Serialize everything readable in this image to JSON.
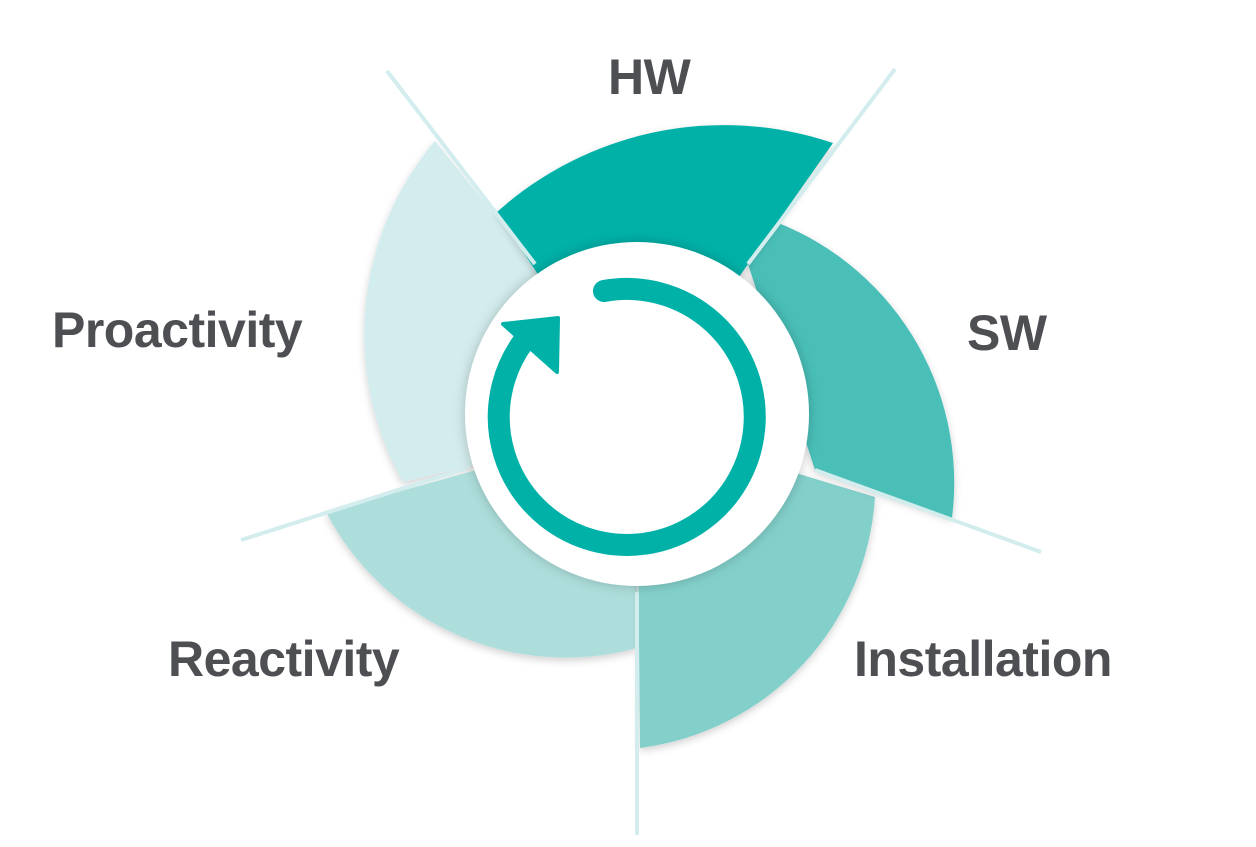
{
  "diagram": {
    "segments": [
      {
        "id": "hw",
        "label": "HW",
        "color": "#00b1a8"
      },
      {
        "id": "sw",
        "label": "SW",
        "color": "#49bfb8"
      },
      {
        "id": "installation",
        "label": "Installation",
        "color": "#83d0cb"
      },
      {
        "id": "reactivity",
        "label": "Reactivity",
        "color": "#addedb"
      },
      {
        "id": "proactivity",
        "label": "Proactivity",
        "color": "#d3eced"
      }
    ],
    "colors": {
      "label_text": "#4d4f53",
      "separator": "#d3eced",
      "cycle_arrow": "#00b1a8",
      "center": "#ffffff"
    },
    "center_icon": "cycle-arrow-icon"
  }
}
